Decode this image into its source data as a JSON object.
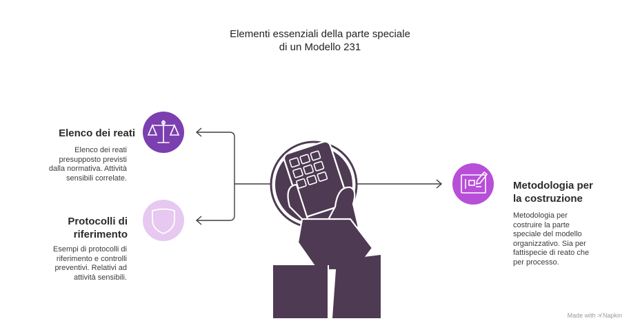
{
  "title": {
    "line1": "Elementi essenziali della parte speciale",
    "line2": "di un Modello 231"
  },
  "items": [
    {
      "heading_lines": [
        "Elenco dei reati"
      ],
      "desc_lines": [
        "Elenco dei reati",
        "presupposto previsti",
        "dalla normativa. Attività",
        "sensibili correlate."
      ],
      "icon": "scales-icon",
      "color": "#7b3fb0"
    },
    {
      "heading_lines": [
        "Protocolli di",
        "riferimento"
      ],
      "desc_lines": [
        "Esempi di protocolli di",
        "riferimento e controlli",
        "preventivi. Relativi ad",
        "attività sensibili."
      ],
      "icon": "shield-icon",
      "color": "#e6c8f0"
    },
    {
      "heading_lines": [
        "Metodologia per",
        "la costruzione"
      ],
      "desc_lines": [
        "Metodologia per",
        "costruire la parte",
        "speciale del modello",
        "organizzativo. Sia per",
        "fattispecie di reato che",
        "per processo."
      ],
      "icon": "blueprint-icon",
      "color": "#b84fd8"
    }
  ],
  "center_icon": "hand-calculator-icon",
  "footer": {
    "made_with": "Made with",
    "brand": "Napkin"
  },
  "colors": {
    "dark": "#4e3a52",
    "line": "#3d3d3d"
  }
}
